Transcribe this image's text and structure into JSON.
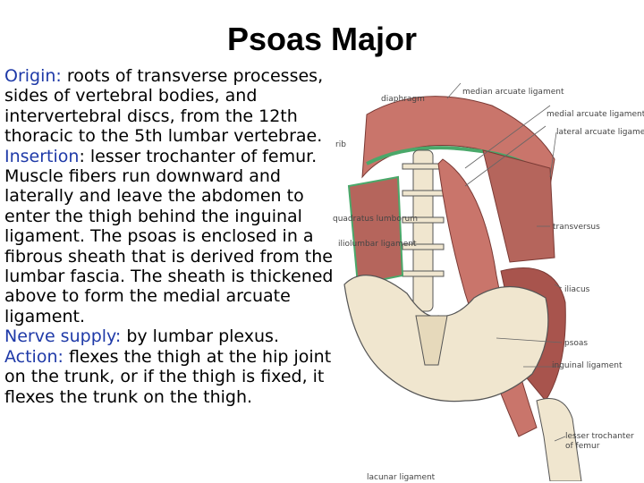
{
  "slide": {
    "title": "Psoas Major",
    "origin_label": "Origin:",
    "origin_text": " roots of transverse processes, sides of vertebral bodies, and intervertebral discs, from the 12th thoracic to the 5th lumbar vertebrae.",
    "insertion_label": "Insertion",
    "insertion_text": ": lesser trochanter of femur. Muscle fibers run downward and laterally and leave the abdomen to enter the thigh behind the inguinal ligament. The psoas is enclosed in a fibrous sheath that is derived from the lumbar fascia. The sheath is thickened above to form the medial arcuate ligament.",
    "nerve_label": "Nerve supply:",
    "nerve_text": " by lumbar plexus.",
    "action_label": "Action:",
    "action_text": " flexes the thigh at the hip joint on the trunk, or if the thigh is fixed, it flexes the trunk on the thigh."
  },
  "figure": {
    "labels": {
      "diaphragm": "diaphragm",
      "median_arcuate": "median arcuate ligament",
      "medial_arcuate": "medial arcuate ligament",
      "lateral_arcuate": "lateral arcuate ligamen",
      "rib": "rib",
      "quadratus": "quadratus lumborum",
      "iliolumbar": "iliolumbar ligament",
      "transversus": "transversus",
      "iliacus": "iliacus",
      "psoas": "psoas",
      "inguinal": "inguinal ligament",
      "lesser_troch_1": "lesser trochanter",
      "lesser_troch_2": "of femur",
      "lacunar": "lacunar ligament"
    },
    "colors": {
      "muscle": "#c9756b",
      "muscle_dark": "#a8544d",
      "bone": "#f0e6cf",
      "ligament": "#4aa86a"
    }
  }
}
